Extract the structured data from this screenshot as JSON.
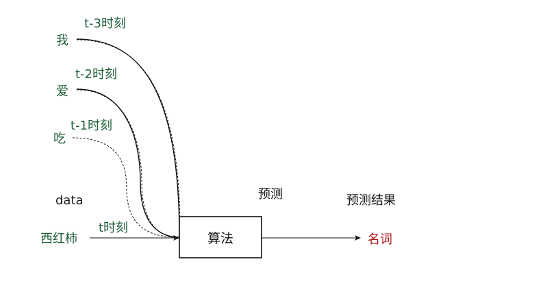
{
  "inputs": [
    {
      "word": "我",
      "time": "t-3时刻"
    },
    {
      "word": "爱",
      "time": "t-2时刻"
    },
    {
      "word": "吃",
      "time": "t-1时刻"
    },
    {
      "word": "西红柿",
      "time": "t时刻"
    }
  ],
  "data_label": "data",
  "algorithm": {
    "label": "算法"
  },
  "predict_label": "预测",
  "result_label": "预测结果",
  "result_value": "名词",
  "colors": {
    "green_text": "#1e5e37",
    "red_text": "#b01818",
    "line": "#111111"
  }
}
